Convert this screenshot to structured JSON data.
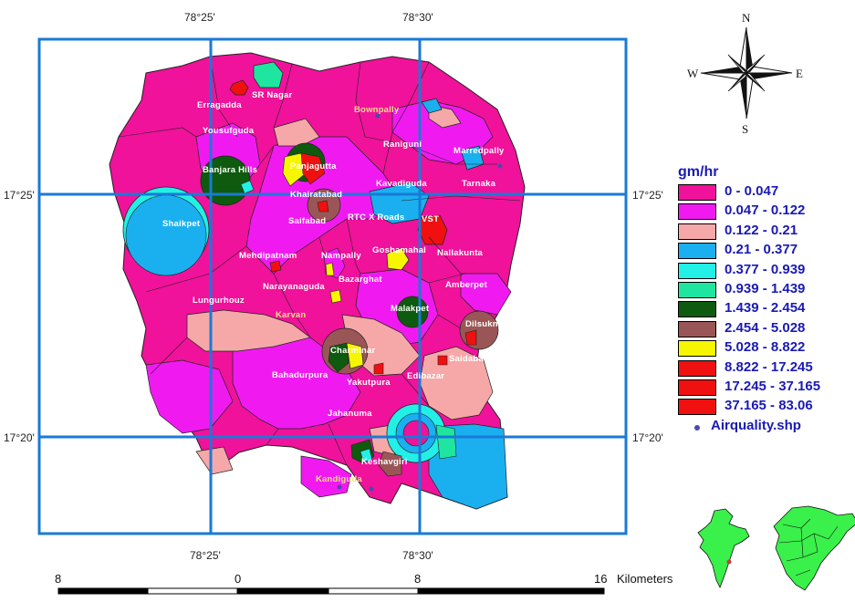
{
  "grid_labels": {
    "top_left": "78°25'",
    "top_right": "78°30'",
    "bottom_left": "78°25'",
    "bottom_right": "78°30'",
    "left_upper": "17°25'",
    "left_lower": "17°20'",
    "right_upper": "17°25'",
    "right_lower": "17°20'"
  },
  "places": {
    "erragadda": "Erragadda",
    "sr_nagar": "SR Nagar",
    "yousufguda": "Yousufguda",
    "banjara_hills": "Banjara Hills",
    "panjagutta": "Panjagutta",
    "khairatabad": "Khairatabad",
    "saifabad": "Saifabad",
    "shaikpet": "Shaikpet",
    "mehdipatnam": "Mehdipatnam",
    "narayanaguda": "Narayanaguda",
    "lungurhouz": "Lungurhouz",
    "karvan": "Karvan",
    "bazarghat": "Bazarghat",
    "nampally": "Nampally",
    "rtc_x_roads": "RTC X Roads",
    "vst": "VST",
    "goshamahal": "Goshamahal",
    "nallakunta": "Nallakunta",
    "kavadiguda": "Kavadiguda",
    "tarnaka": "Tarnaka",
    "raniguni": "Raniguni",
    "marredpally": "Marredpally",
    "amberpet": "Amberpet",
    "malakpet": "Malakpet",
    "dilsuknagar": "Dilsuknagar",
    "saidabad": "Saidabad",
    "charminar": "Charminar",
    "bahadurpura": "Bahadurpura",
    "yakutpura": "Yakutpura",
    "edibazar": "Edibazar",
    "jahanuma": "Jahanuma",
    "keshavgiri": "Keshavgiri",
    "bownpally": "Bownpally",
    "kandiguda": "Kandiguda"
  },
  "compass": {
    "n": "N",
    "s": "S",
    "e": "E",
    "w": "W"
  },
  "legend": {
    "title": "gm/hr",
    "items": [
      {
        "label": "0 - 0.047",
        "color": "#f0129a"
      },
      {
        "label": "0.047 - 0.122",
        "color": "#f01af0"
      },
      {
        "label": "0.122 - 0.21",
        "color": "#f6a8a8"
      },
      {
        "label": "0.21 - 0.377",
        "color": "#1ab0f0"
      },
      {
        "label": "0.377 - 0.939",
        "color": "#22f0e6"
      },
      {
        "label": "0.939 - 1.439",
        "color": "#1ee6a0"
      },
      {
        "label": "1.439 - 2.454",
        "color": "#0e5a0e"
      },
      {
        "label": "2.454 - 5.028",
        "color": "#9a5656"
      },
      {
        "label": "5.028 - 8.822",
        "color": "#f6f600"
      },
      {
        "label": "8.822 - 17.245",
        "color": "#f01010"
      },
      {
        "label": "17.245 - 37.165",
        "color": "#f01010"
      },
      {
        "label": "37.165 - 83.06",
        "color": "#f01010"
      }
    ],
    "points_label": "Airquality.shp"
  },
  "scale": {
    "n1": "8",
    "n2": "0",
    "n3": "8",
    "n4": "16",
    "unit": "Kilometers"
  }
}
